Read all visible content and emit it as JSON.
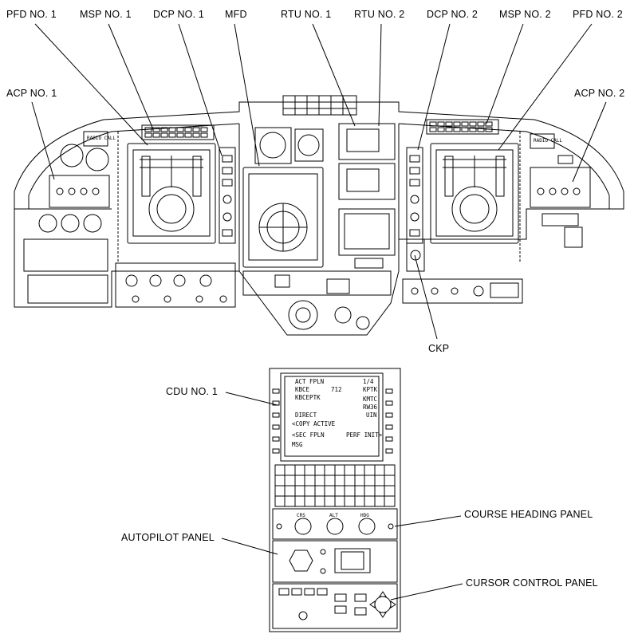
{
  "labels": {
    "pfd1": "PFD NO. 1",
    "msp1": "MSP NO. 1",
    "dcp1": "DCP NO. 1",
    "mfd": "MFD",
    "rtu1": "RTU NO. 1",
    "rtu2": "RTU NO. 2",
    "dcp2": "DCP NO. 2",
    "msp2": "MSP NO. 2",
    "pfd2": "PFD NO. 2",
    "acp1": "ACP NO. 1",
    "acp2": "ACP NO. 2",
    "ckp": "CKP",
    "cdu1": "CDU NO. 1",
    "course_heading": "COURSE HEADING PANEL",
    "autopilot": "AUTOPILOT PANEL",
    "cursor_control": "CURSOR CONTROL PANEL"
  },
  "panel_text": {
    "radio_call": "RADIO CALL"
  },
  "cdu_screen": {
    "l1": "ACT FPLN",
    "l1r": "1/4",
    "l2": "KBCE",
    "l2m": "712",
    "l2r": "KPTK",
    "l3": "KBCEPTK",
    "l3r": "KMTC",
    "l4r": "RW36",
    "l5": "DIRECT",
    "l5r": "UIN",
    "l6": "<COPY ACTIVE",
    "l7": "<SEC FPLN",
    "l7r": "PERF INIT>",
    "l8": "MSG"
  },
  "knobs": {
    "crs": "CRS",
    "alt": "ALT",
    "hdg": "HDG"
  }
}
